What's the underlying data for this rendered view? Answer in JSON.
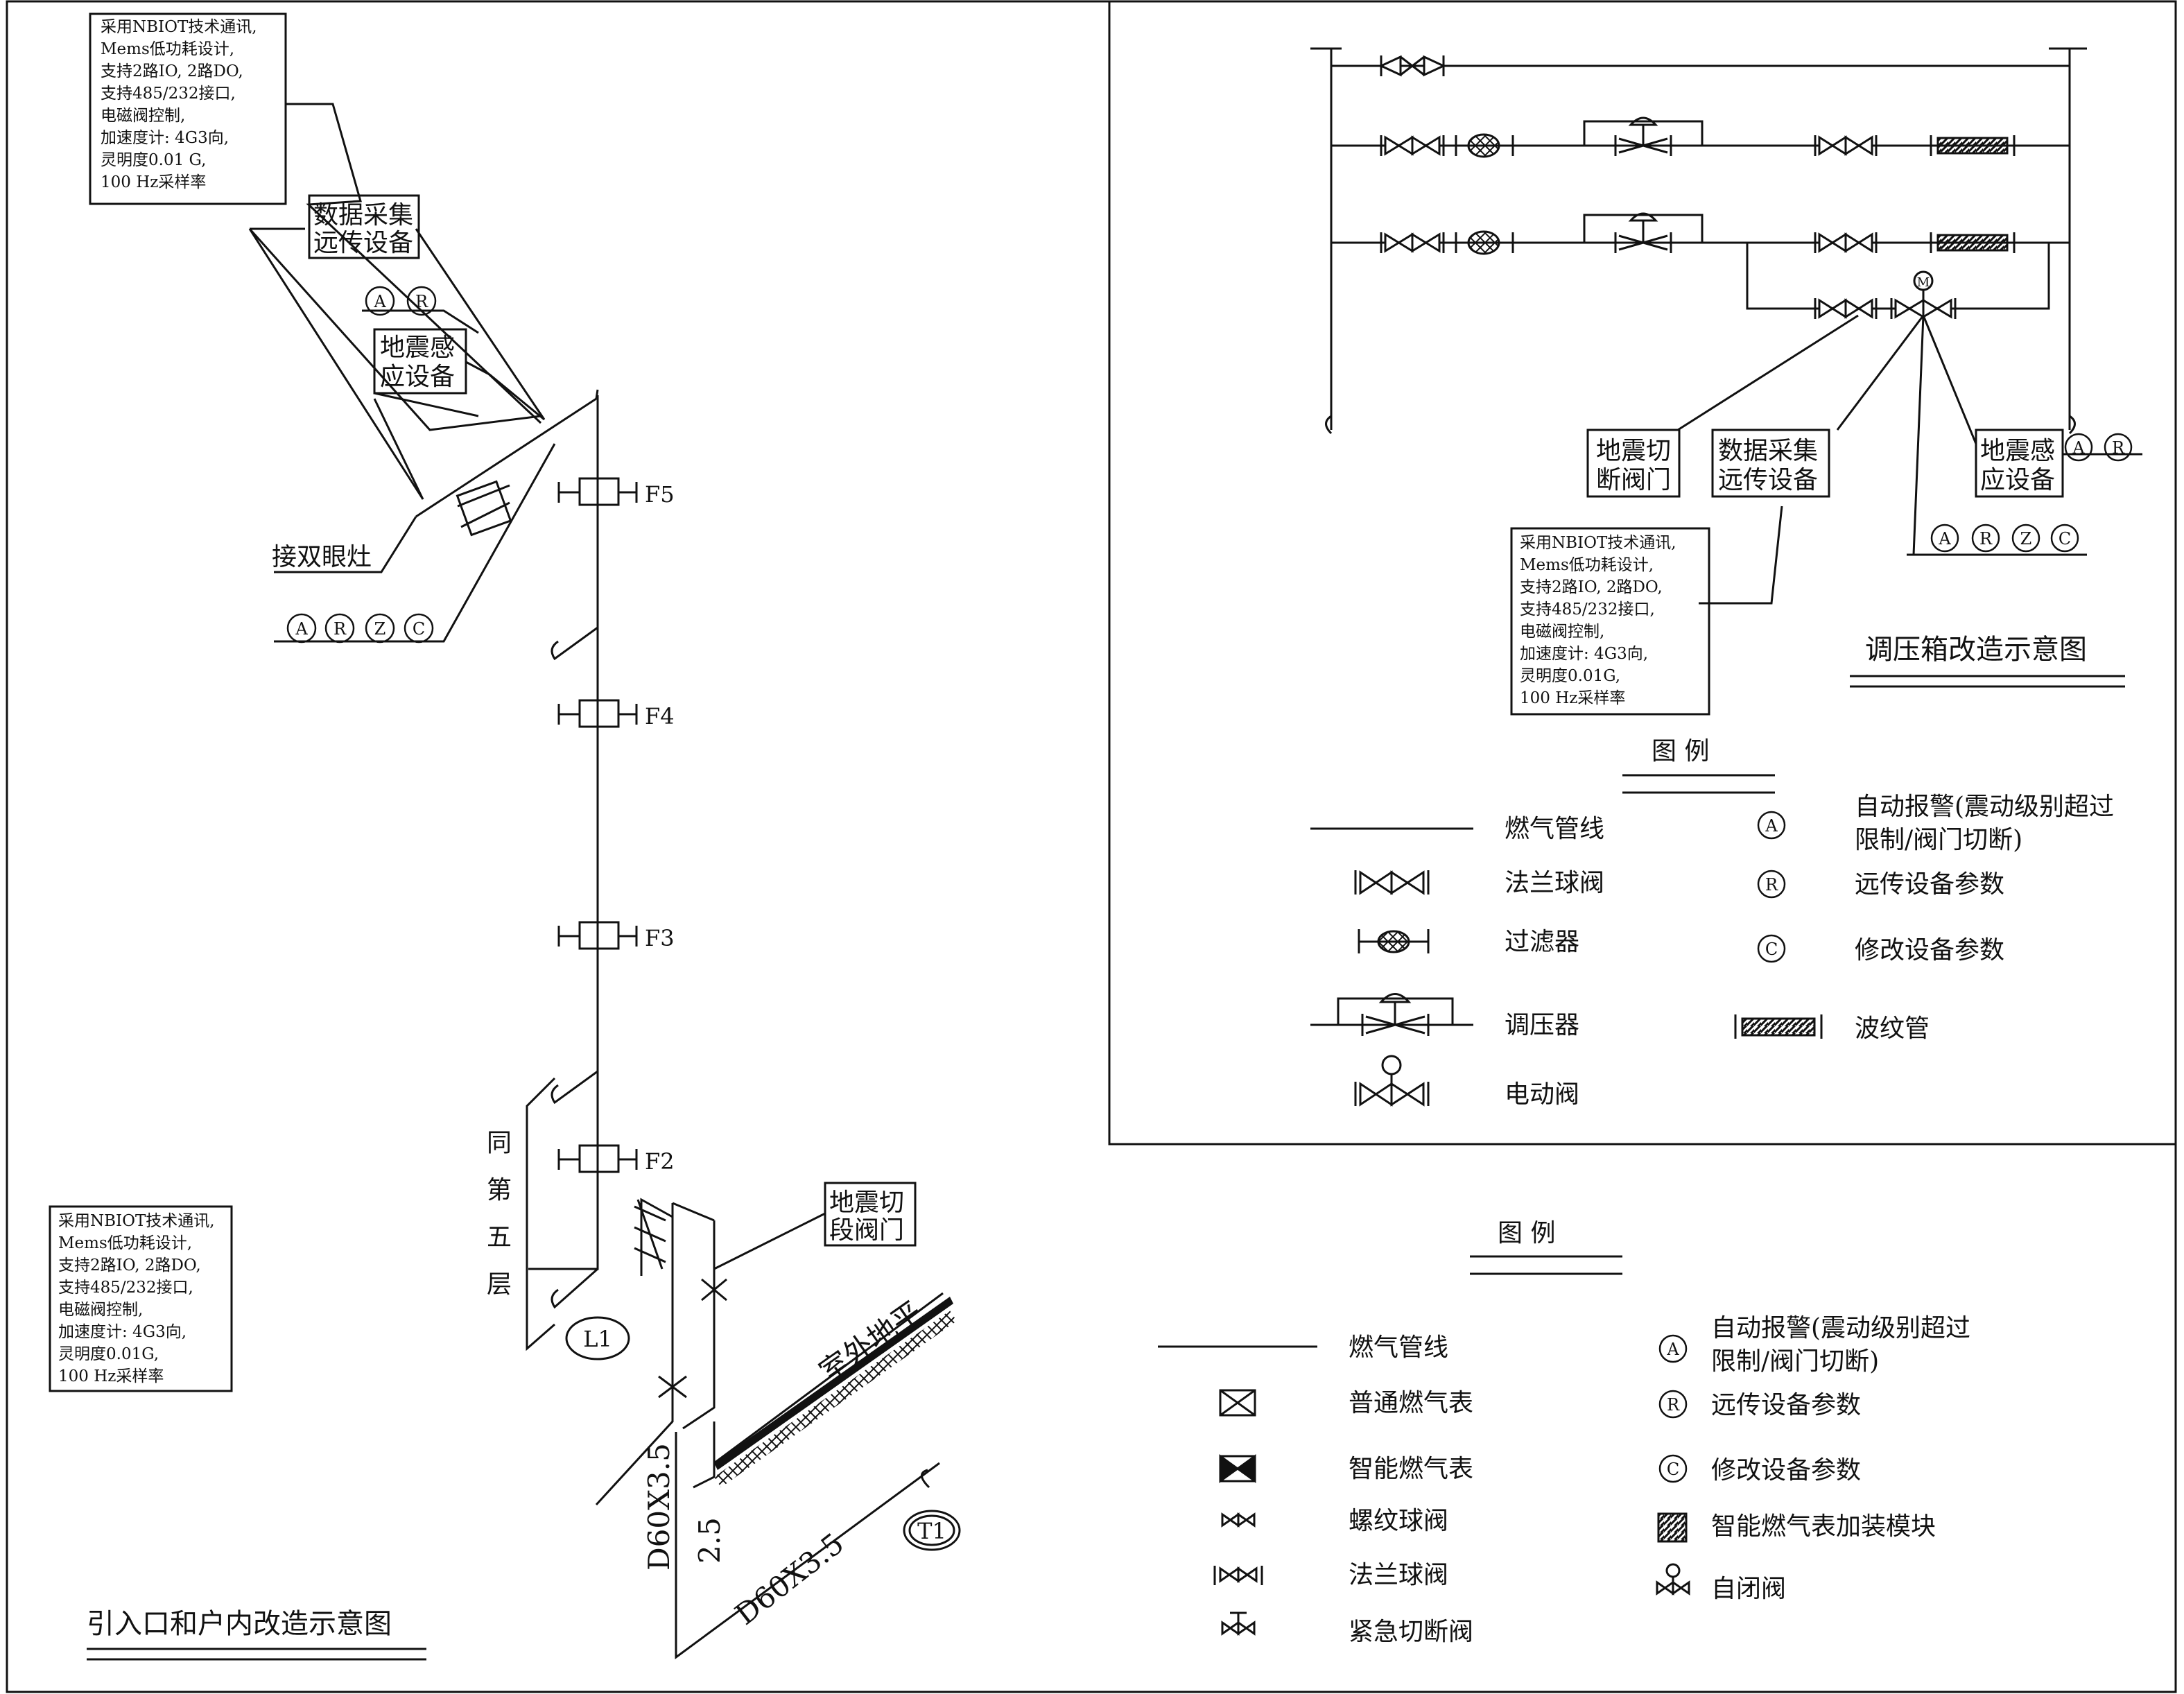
{
  "left_drawing": {
    "title": "引入口和户内改造示意图",
    "spec_note": [
      "采用NBIOT技术通讯,",
      "Mems低功耗设计,",
      "支持2路IO, 2路DO,",
      "支持485/232接口,",
      "电磁阀控制,",
      "加速度计: 4G3向,",
      "灵明度0.01 G,",
      "100 Hz采样率"
    ],
    "spec_note_2": [
      "采用NBIOT技术通讯,",
      "Mems低功耗设计,",
      "支持2路IO, 2路DO,",
      "支持485/232接口,",
      "电磁阀控制,",
      "加速度计: 4G3向,",
      "灵明度0.01G,",
      "100 Hz采样率"
    ],
    "data_device_label": [
      "数据采集",
      "远传设备"
    ],
    "seismic_device_label": [
      "地震感",
      "应设备"
    ],
    "shutoff_valve_label": [
      "地震切",
      "段阀门"
    ],
    "stove_label": "接双眼灶",
    "floors": [
      "F5",
      "F4",
      "F3",
      "F2"
    ],
    "same_floor_label": [
      "同",
      "第",
      "五",
      "层"
    ],
    "riser_tag": "L1",
    "inlet_tag": "T1",
    "outdoor_label": "室外地平",
    "pipe_vertical": "D60X3.5",
    "pipe_horizontal": "D60X3.5",
    "elevation": "2.5",
    "top_codes": [
      "A",
      "R"
    ],
    "bottom_codes": [
      "A",
      "R",
      "Z",
      "C"
    ]
  },
  "right_drawing": {
    "title": "调压箱改造示意图",
    "spec_note": [
      "采用NBIOT技术通讯,",
      "Mems低功耗设计,",
      "支持2路IO, 2路DO,",
      "支持485/232接口,",
      "电磁阀控制,",
      "加速度计: 4G3向,",
      "灵明度0.01G,",
      "100 Hz采样率"
    ],
    "shutoff_valve_label": [
      "地震切",
      "断阀门"
    ],
    "data_device_label": [
      "数据采集",
      "远传设备"
    ],
    "seismic_device_label": [
      "地震感",
      "应设备"
    ],
    "motor_mark": "M",
    "side_codes": [
      "A",
      "R"
    ],
    "bottom_codes": [
      "A",
      "R",
      "Z",
      "C"
    ],
    "legend": {
      "title": "图 例",
      "items": [
        {
          "symbol": "pipe-line",
          "label": "燃气管线"
        },
        {
          "symbol": "flange-ball-valve",
          "label": "法兰球阀"
        },
        {
          "symbol": "filter",
          "label": "过滤器"
        },
        {
          "symbol": "pressure-regulator",
          "label": "调压器"
        },
        {
          "symbol": "electric-valve",
          "label": "电动阀"
        }
      ],
      "codes": [
        {
          "code": "A",
          "label_lines": [
            "自动报警(震动级别超过",
            "限制/阀门切断)"
          ]
        },
        {
          "code": "R",
          "label_lines": [
            "远传设备参数"
          ]
        },
        {
          "code": "C",
          "label_lines": [
            "修改设备参数"
          ]
        },
        {
          "code": "bellows",
          "label_lines": [
            "波纹管"
          ]
        }
      ]
    }
  },
  "bottom_legend": {
    "title": "图 例",
    "items": [
      {
        "symbol": "pipe-line",
        "label": "燃气管线"
      },
      {
        "symbol": "ordinary-gas-meter",
        "label": "普通燃气表"
      },
      {
        "symbol": "smart-gas-meter",
        "label": "智能燃气表"
      },
      {
        "symbol": "threaded-ball-valve",
        "label": "螺纹球阀"
      },
      {
        "symbol": "flange-ball-valve",
        "label": "法兰球阀"
      },
      {
        "symbol": "emergency-shutoff-valve",
        "label": "紧急切断阀"
      }
    ],
    "codes": [
      {
        "code": "A",
        "label_lines": [
          "自动报警(震动级别超过",
          "限制/阀门切断)"
        ]
      },
      {
        "code": "R",
        "label_lines": [
          "远传设备参数"
        ]
      },
      {
        "code": "C",
        "label_lines": [
          "修改设备参数"
        ]
      },
      {
        "code": "module",
        "label_lines": [
          "智能燃气表加装模块"
        ]
      },
      {
        "code": "self-closing",
        "label_lines": [
          "自闭阀"
        ]
      }
    ]
  }
}
